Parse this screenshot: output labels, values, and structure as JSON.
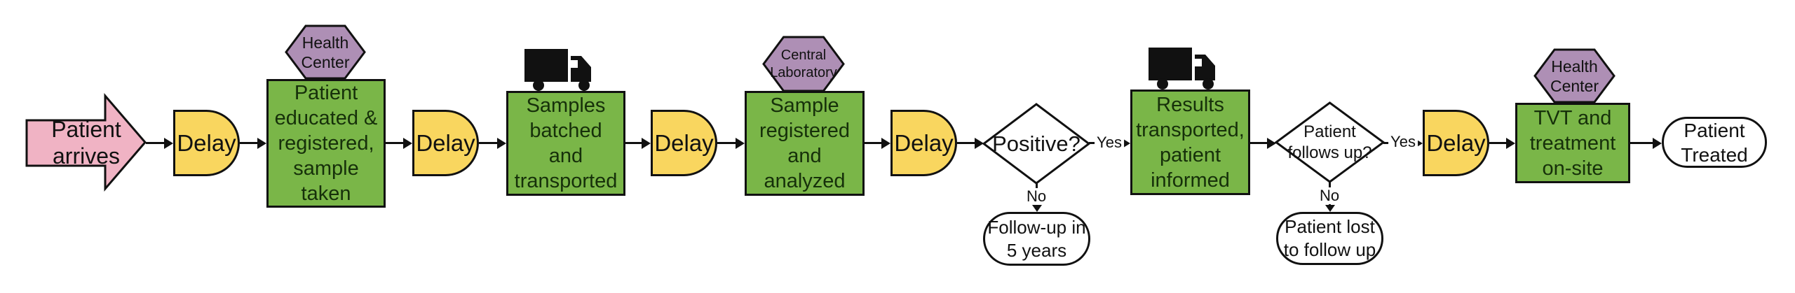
{
  "diagram": {
    "type": "flowchart",
    "palette": {
      "process_fill": "#7ab648",
      "process_text": "#16300a",
      "delay_fill": "#f9d65f",
      "start_fill": "#f0b3c4",
      "site_fill": "#ae8fb5",
      "terminator_fill": "#ffffff",
      "stroke": "#111111"
    },
    "nodes": {
      "start": {
        "shape": "block-arrow",
        "label": "Patient\narrives"
      },
      "delay1": {
        "shape": "delay",
        "label": "Delay"
      },
      "box1": {
        "shape": "process",
        "label": "Patient\neducated &\nregistered,\nsample\ntaken",
        "site": "Health\nCenter"
      },
      "delay2": {
        "shape": "delay",
        "label": "Delay"
      },
      "box2": {
        "shape": "process",
        "label": "Samples\nbatched\nand\ntransported",
        "icon": "truck-icon"
      },
      "delay3": {
        "shape": "delay",
        "label": "Delay"
      },
      "box3": {
        "shape": "process",
        "label": "Sample\nregistered\nand\nanalyzed",
        "site": "Central\nLaboratory"
      },
      "delay4": {
        "shape": "delay",
        "label": "Delay"
      },
      "decision1": {
        "shape": "decision",
        "label": "Positive?"
      },
      "outcome_negative": {
        "shape": "terminator",
        "label": "Follow-up in\n5 years"
      },
      "box4": {
        "shape": "process",
        "label": "Results\ntransported,\npatient\ninformed",
        "icon": "truck-icon"
      },
      "decision2": {
        "shape": "decision",
        "label": "Patient\nfollows up?"
      },
      "outcome_lost": {
        "shape": "terminator",
        "label": "Patient lost\nto follow up"
      },
      "delay5": {
        "shape": "delay",
        "label": "Delay"
      },
      "box5": {
        "shape": "process",
        "label": "TVT and\ntreatment\non-site",
        "site": "Health\nCenter"
      },
      "outcome_treated": {
        "shape": "terminator",
        "label": "Patient\nTreated"
      }
    },
    "edges": {
      "decision1_yes": "Yes",
      "decision1_no": "No",
      "decision2_yes": "Yes",
      "decision2_no": "No"
    }
  }
}
